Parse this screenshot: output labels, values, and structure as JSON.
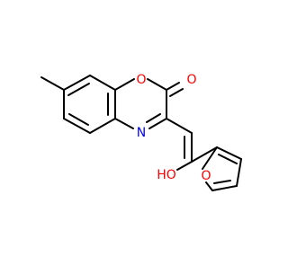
{
  "molecule": {
    "atom_labels": {
      "ring_oxygen": "O",
      "carbonyl_oxygen": "O",
      "nitrogen": "N",
      "hydroxyl": "HO",
      "furan_oxygen": "O"
    },
    "colors": {
      "bond": "#000000",
      "oxygen": "#ff0000",
      "nitrogen": "#0000ff",
      "background": "#ffffff"
    }
  }
}
